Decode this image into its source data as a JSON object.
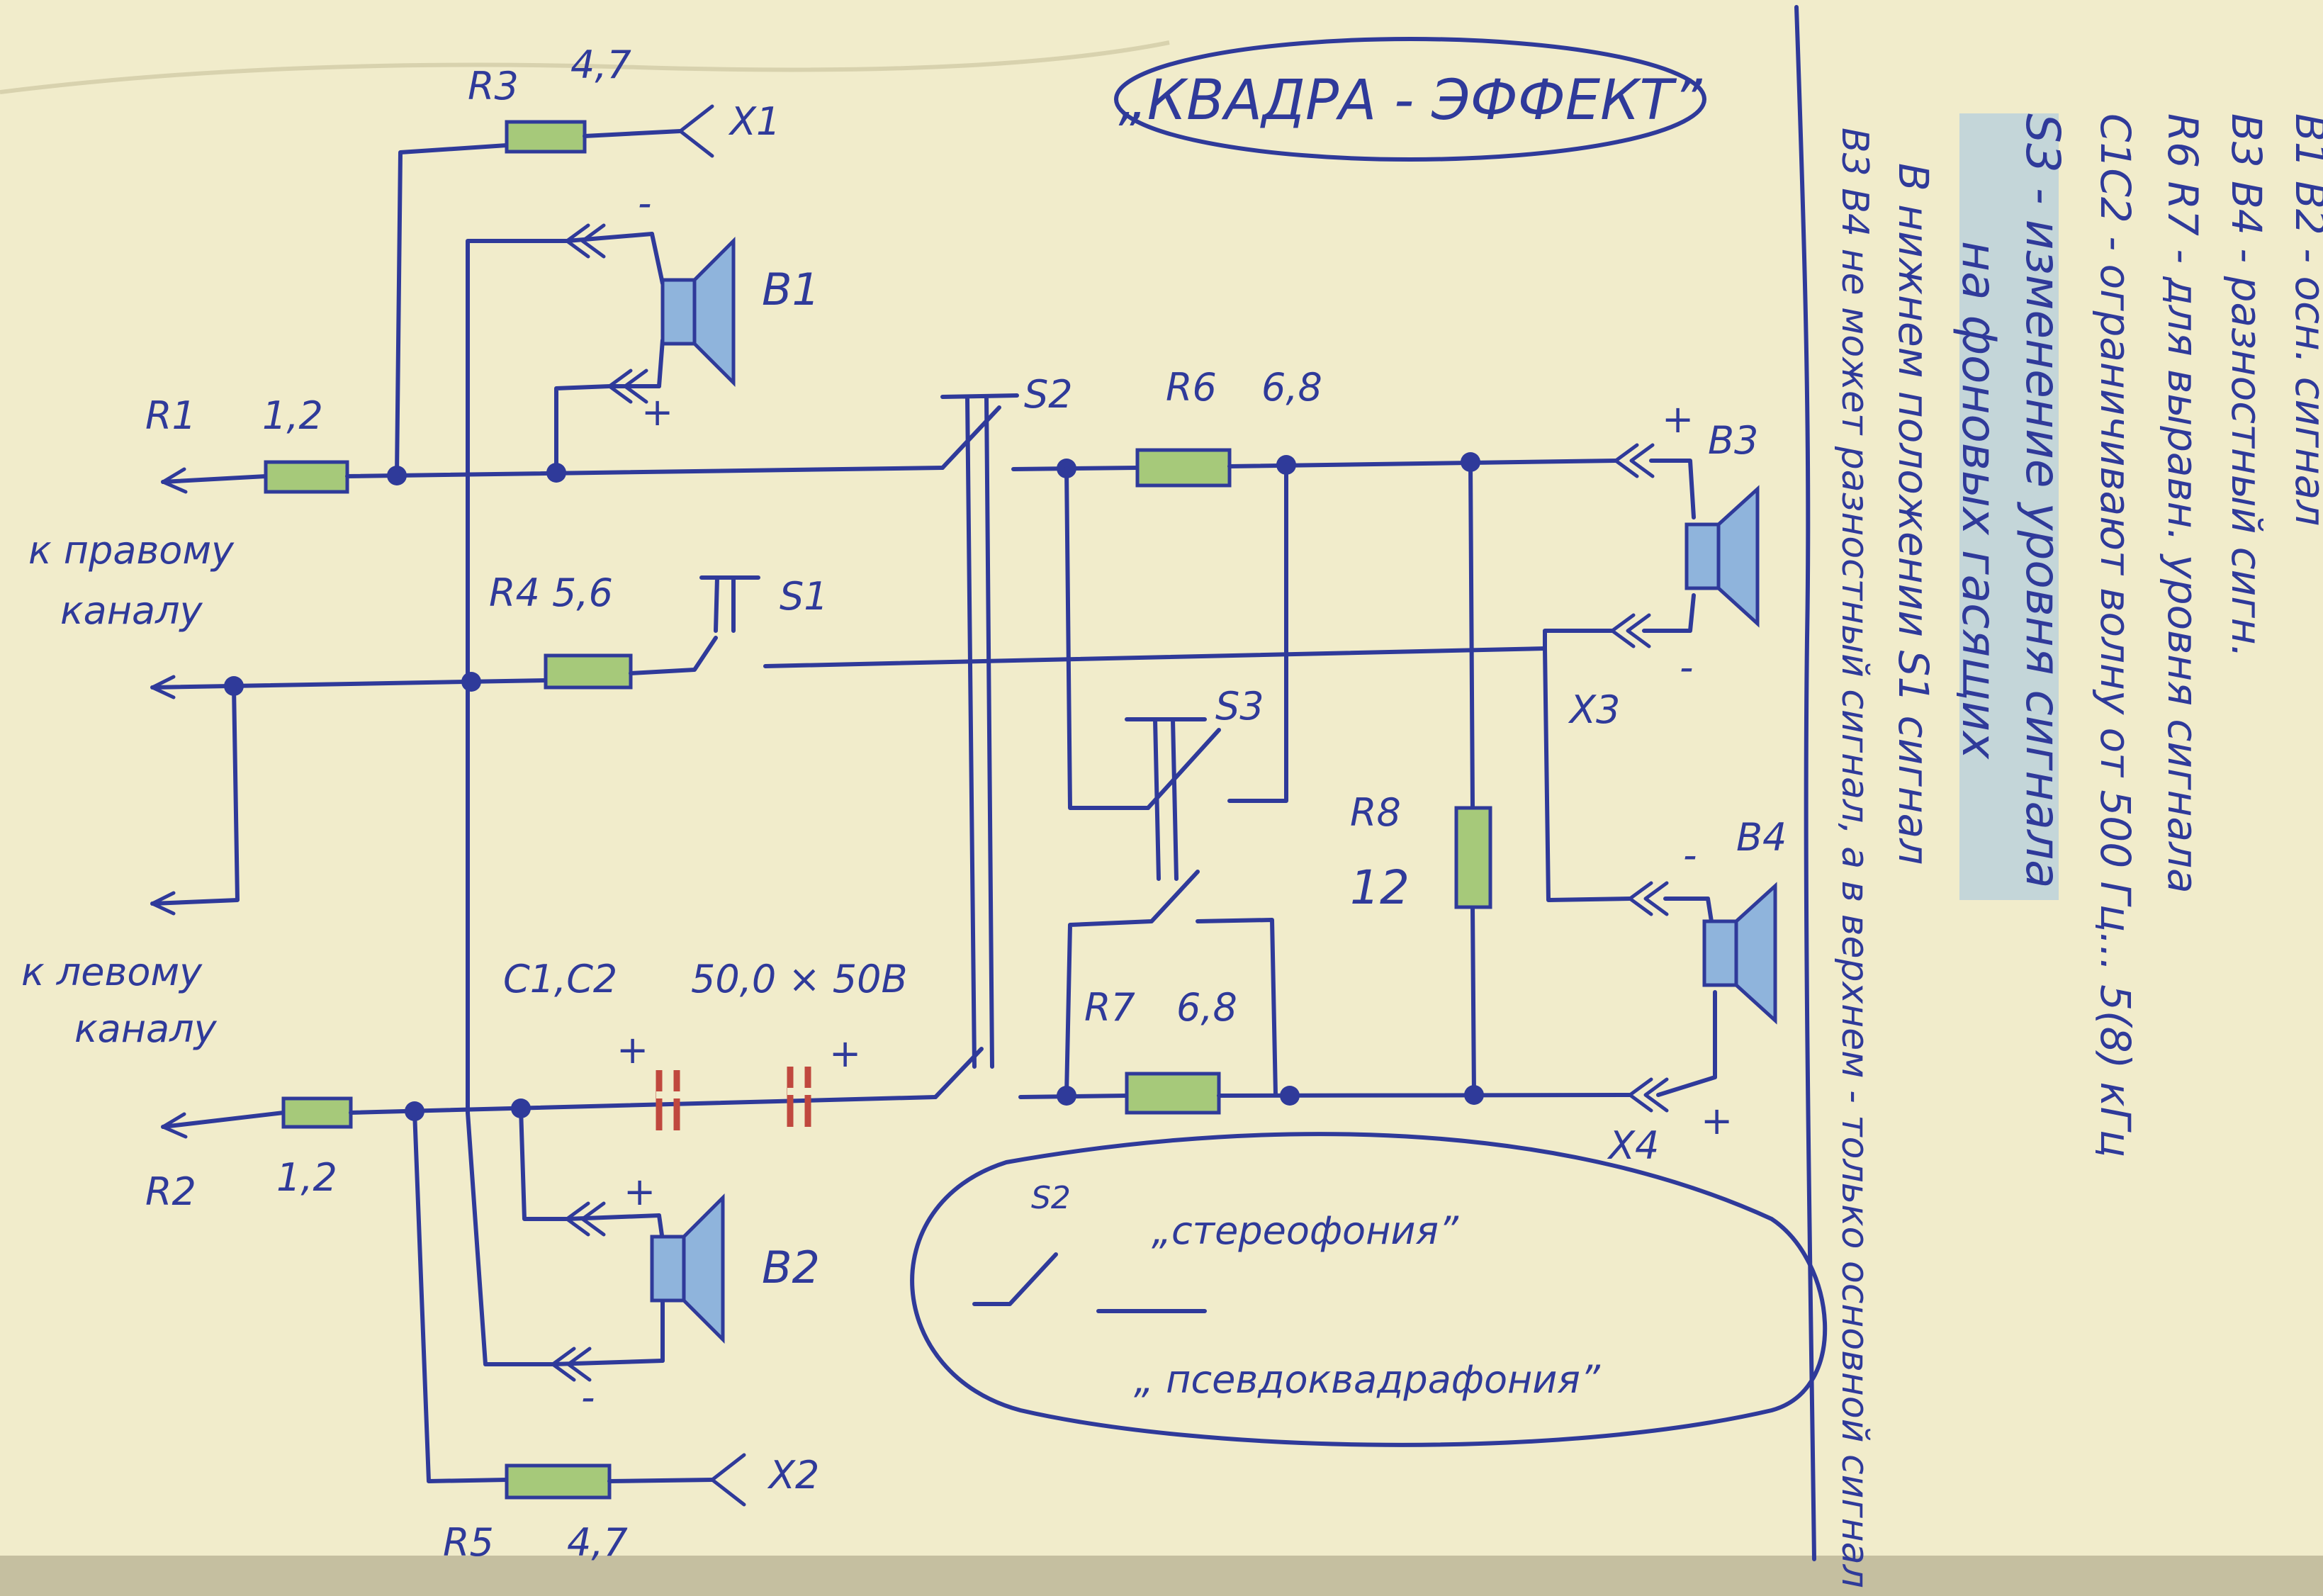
{
  "title": "„КВАДРА - ЭФФЕКТ”",
  "labels": {
    "r1": "R1",
    "r1v": "1,2",
    "r2": "R2",
    "r2v": "1,2",
    "r3": "R3",
    "r3v": "4,7",
    "r4": "R4 5,6",
    "r5": "R5",
    "r5v": "4,7",
    "r6": "R6",
    "r6v": "6,8",
    "r7": "R7",
    "r7v": "6,8",
    "r8": "R8",
    "r8v": "12",
    "c12": "C1,C2",
    "c12v": "50,0 × 50В",
    "b1": "B1",
    "b2": "B2",
    "b3": "B3",
    "b4": "B4",
    "s1": "S1",
    "s2": "S2",
    "s3": "S3",
    "x1": "X1",
    "x2": "X2",
    "x3": "X3",
    "x4": "X4",
    "plus": "+",
    "minus": "-",
    "right1": "к правому",
    "right2": "каналу",
    "left1": "к левому",
    "left2": "каналу"
  },
  "legend": {
    "s2": "S2",
    "stereo": "„стереофония”",
    "pseudo": "„ псевдоквадрафония”"
  },
  "notes": [
    "B1 B2 - осн. сигнал",
    "B3 B4 - разностный сигн.",
    "R6 R7 - для выравн. уровня сигнала",
    "C1C2 - ограничивают волну от 500 Гц... 5(8) кГц",
    "S3 - изменение уровня сигнала",
    "на фоновых гасящих",
    "В нижнем положении S1 сигнал",
    "B3 B4 не может разностный сигнал, а в верхнем - только основной сигнал"
  ]
}
